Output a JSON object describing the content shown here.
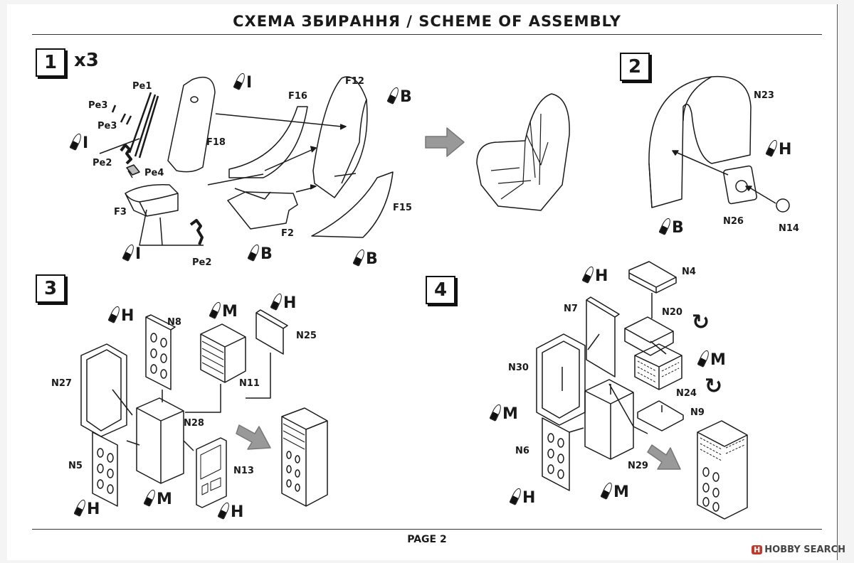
{
  "title": "СХЕМА ЗБИРАННЯ / SCHEME OF ASSEMBLY",
  "page": "PAGE 2",
  "watermark": {
    "logo": "H",
    "text": "HOBBY SEARCH"
  },
  "steps": [
    {
      "number": "1",
      "multiplier": "x3"
    },
    {
      "number": "2"
    },
    {
      "number": "3"
    },
    {
      "number": "4"
    }
  ],
  "parts": {
    "pe1": "Pe1",
    "pe3a": "Pe3",
    "pe3b": "Pe3",
    "pe2a": "Pe2",
    "pe4": "Pe4",
    "pe2b": "Pe2",
    "f3": "F3",
    "f18": "F18",
    "f16": "F16",
    "f12": "F12",
    "f2": "F2",
    "f15": "F15",
    "n23": "N23",
    "n26": "N26",
    "n14": "N14",
    "n8": "N8",
    "n11": "N11",
    "n25": "N25",
    "n27": "N27",
    "n28": "N28",
    "n5": "N5",
    "n13": "N13",
    "n4": "N4",
    "n7": "N7",
    "n20": "N20",
    "n30": "N30",
    "n24": "N24",
    "n9": "N9",
    "n6": "N6",
    "n29": "N29"
  },
  "paint_codes": {
    "s1_i_top": "I",
    "s1_b_f12": "B",
    "s1_i_left": "I",
    "s1_i_bottom": "I",
    "s1_b_f2": "B",
    "s1_b_f15": "B",
    "s2_h": "H",
    "s2_b": "B",
    "s3_h_n8": "H",
    "s3_m_n11": "M",
    "s3_h_n25": "H",
    "s3_m_n28": "M",
    "s3_h_n5": "H",
    "s3_h_n13": "H",
    "s4_h_n7": "H",
    "s4_m_n24": "M",
    "s4_m_n30": "M",
    "s4_h_n6": "H",
    "s4_m_n29": "M"
  }
}
